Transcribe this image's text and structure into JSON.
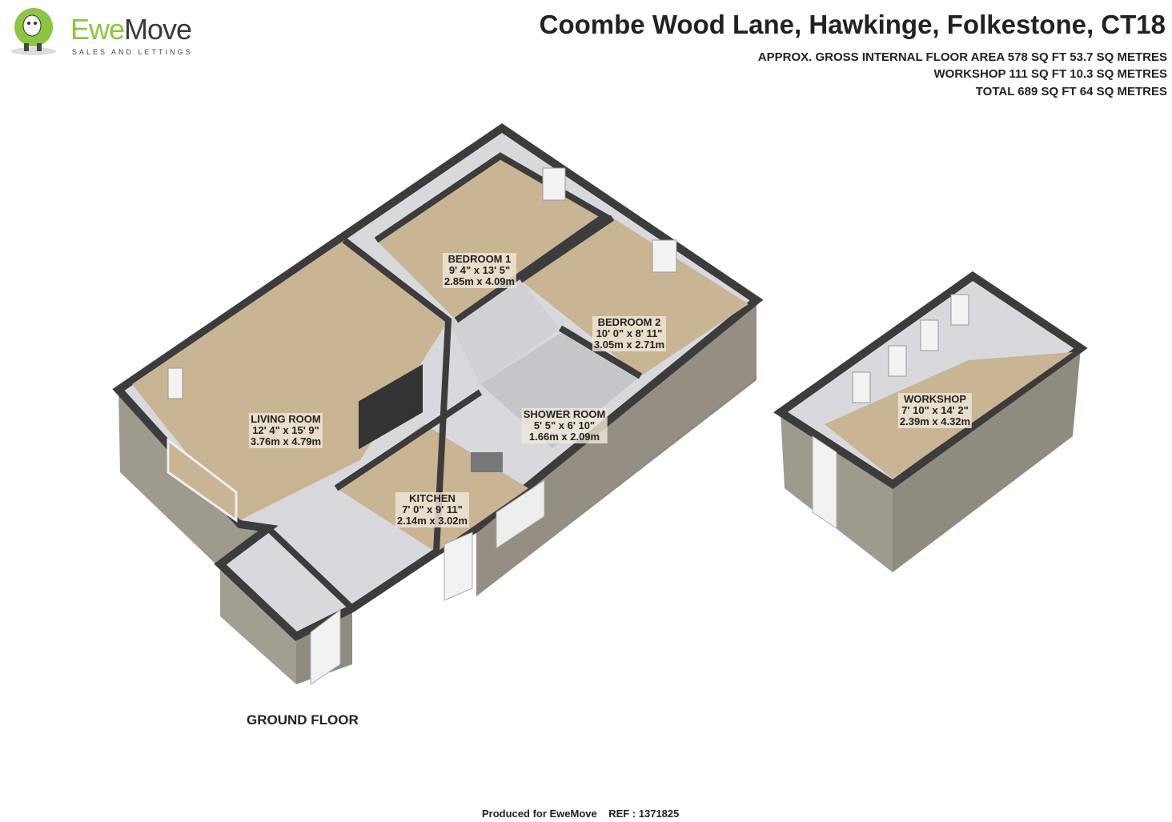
{
  "logo": {
    "brand_part1": "Ewe",
    "brand_part2": "Move",
    "tagline": "SALES AND LETTINGS"
  },
  "header": {
    "title": "Coombe Wood Lane, Hawkinge, Folkestone, CT18",
    "area_lines": [
      "APPROX. GROSS INTERNAL FLOOR AREA 578 SQ FT 53.7 SQ METRES",
      "WORKSHOP 111 SQ FT 10.3 SQ METRES",
      "TOTAL 689 SQ FT 64 SQ METRES"
    ]
  },
  "rooms": [
    {
      "name": "BEDROOM 1",
      "imperial": "9' 4\" x 13' 5\"",
      "metric": "2.85m x 4.09m"
    },
    {
      "name": "BEDROOM 2",
      "imperial": "10' 0\" x 8' 11\"",
      "metric": "3.05m x 2.71m"
    },
    {
      "name": "LIVING ROOM",
      "imperial": "12' 4\" x 15' 9\"",
      "metric": "3.76m x 4.79m"
    },
    {
      "name": "SHOWER ROOM",
      "imperial": "5' 5\" x 6' 10\"",
      "metric": "1.66m x 2.09m"
    },
    {
      "name": "KITCHEN",
      "imperial": "7' 0\" x 9' 11\"",
      "metric": "2.14m x 3.02m"
    },
    {
      "name": "WORKSHOP",
      "imperial": "7' 10\" x 14' 2\"",
      "metric": "2.39m x 4.32m"
    }
  ],
  "floor_label": "GROUND FLOOR",
  "footer": "Produced for EweMove    REF : 1371825",
  "colors": {
    "floor": "#c9b494",
    "wall_top": "#3c3c3c",
    "brick": "#9e9a8c",
    "wall_inner": "#d8d9dc",
    "brand_green": "#8cc63f"
  }
}
